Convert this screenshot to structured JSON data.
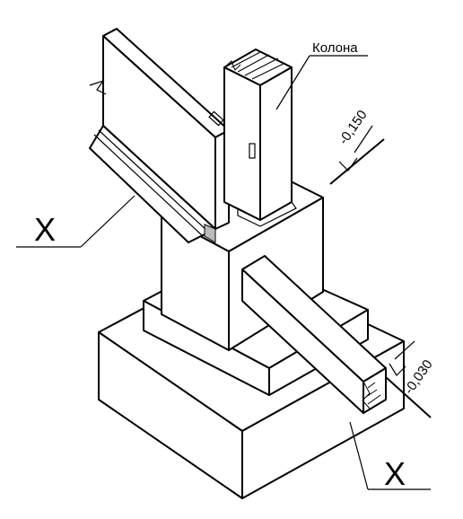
{
  "labels": {
    "column": "Колона",
    "level_top": "-0,150",
    "level_bottom": "-0,030",
    "section_left": "X",
    "section_right": "X"
  }
}
